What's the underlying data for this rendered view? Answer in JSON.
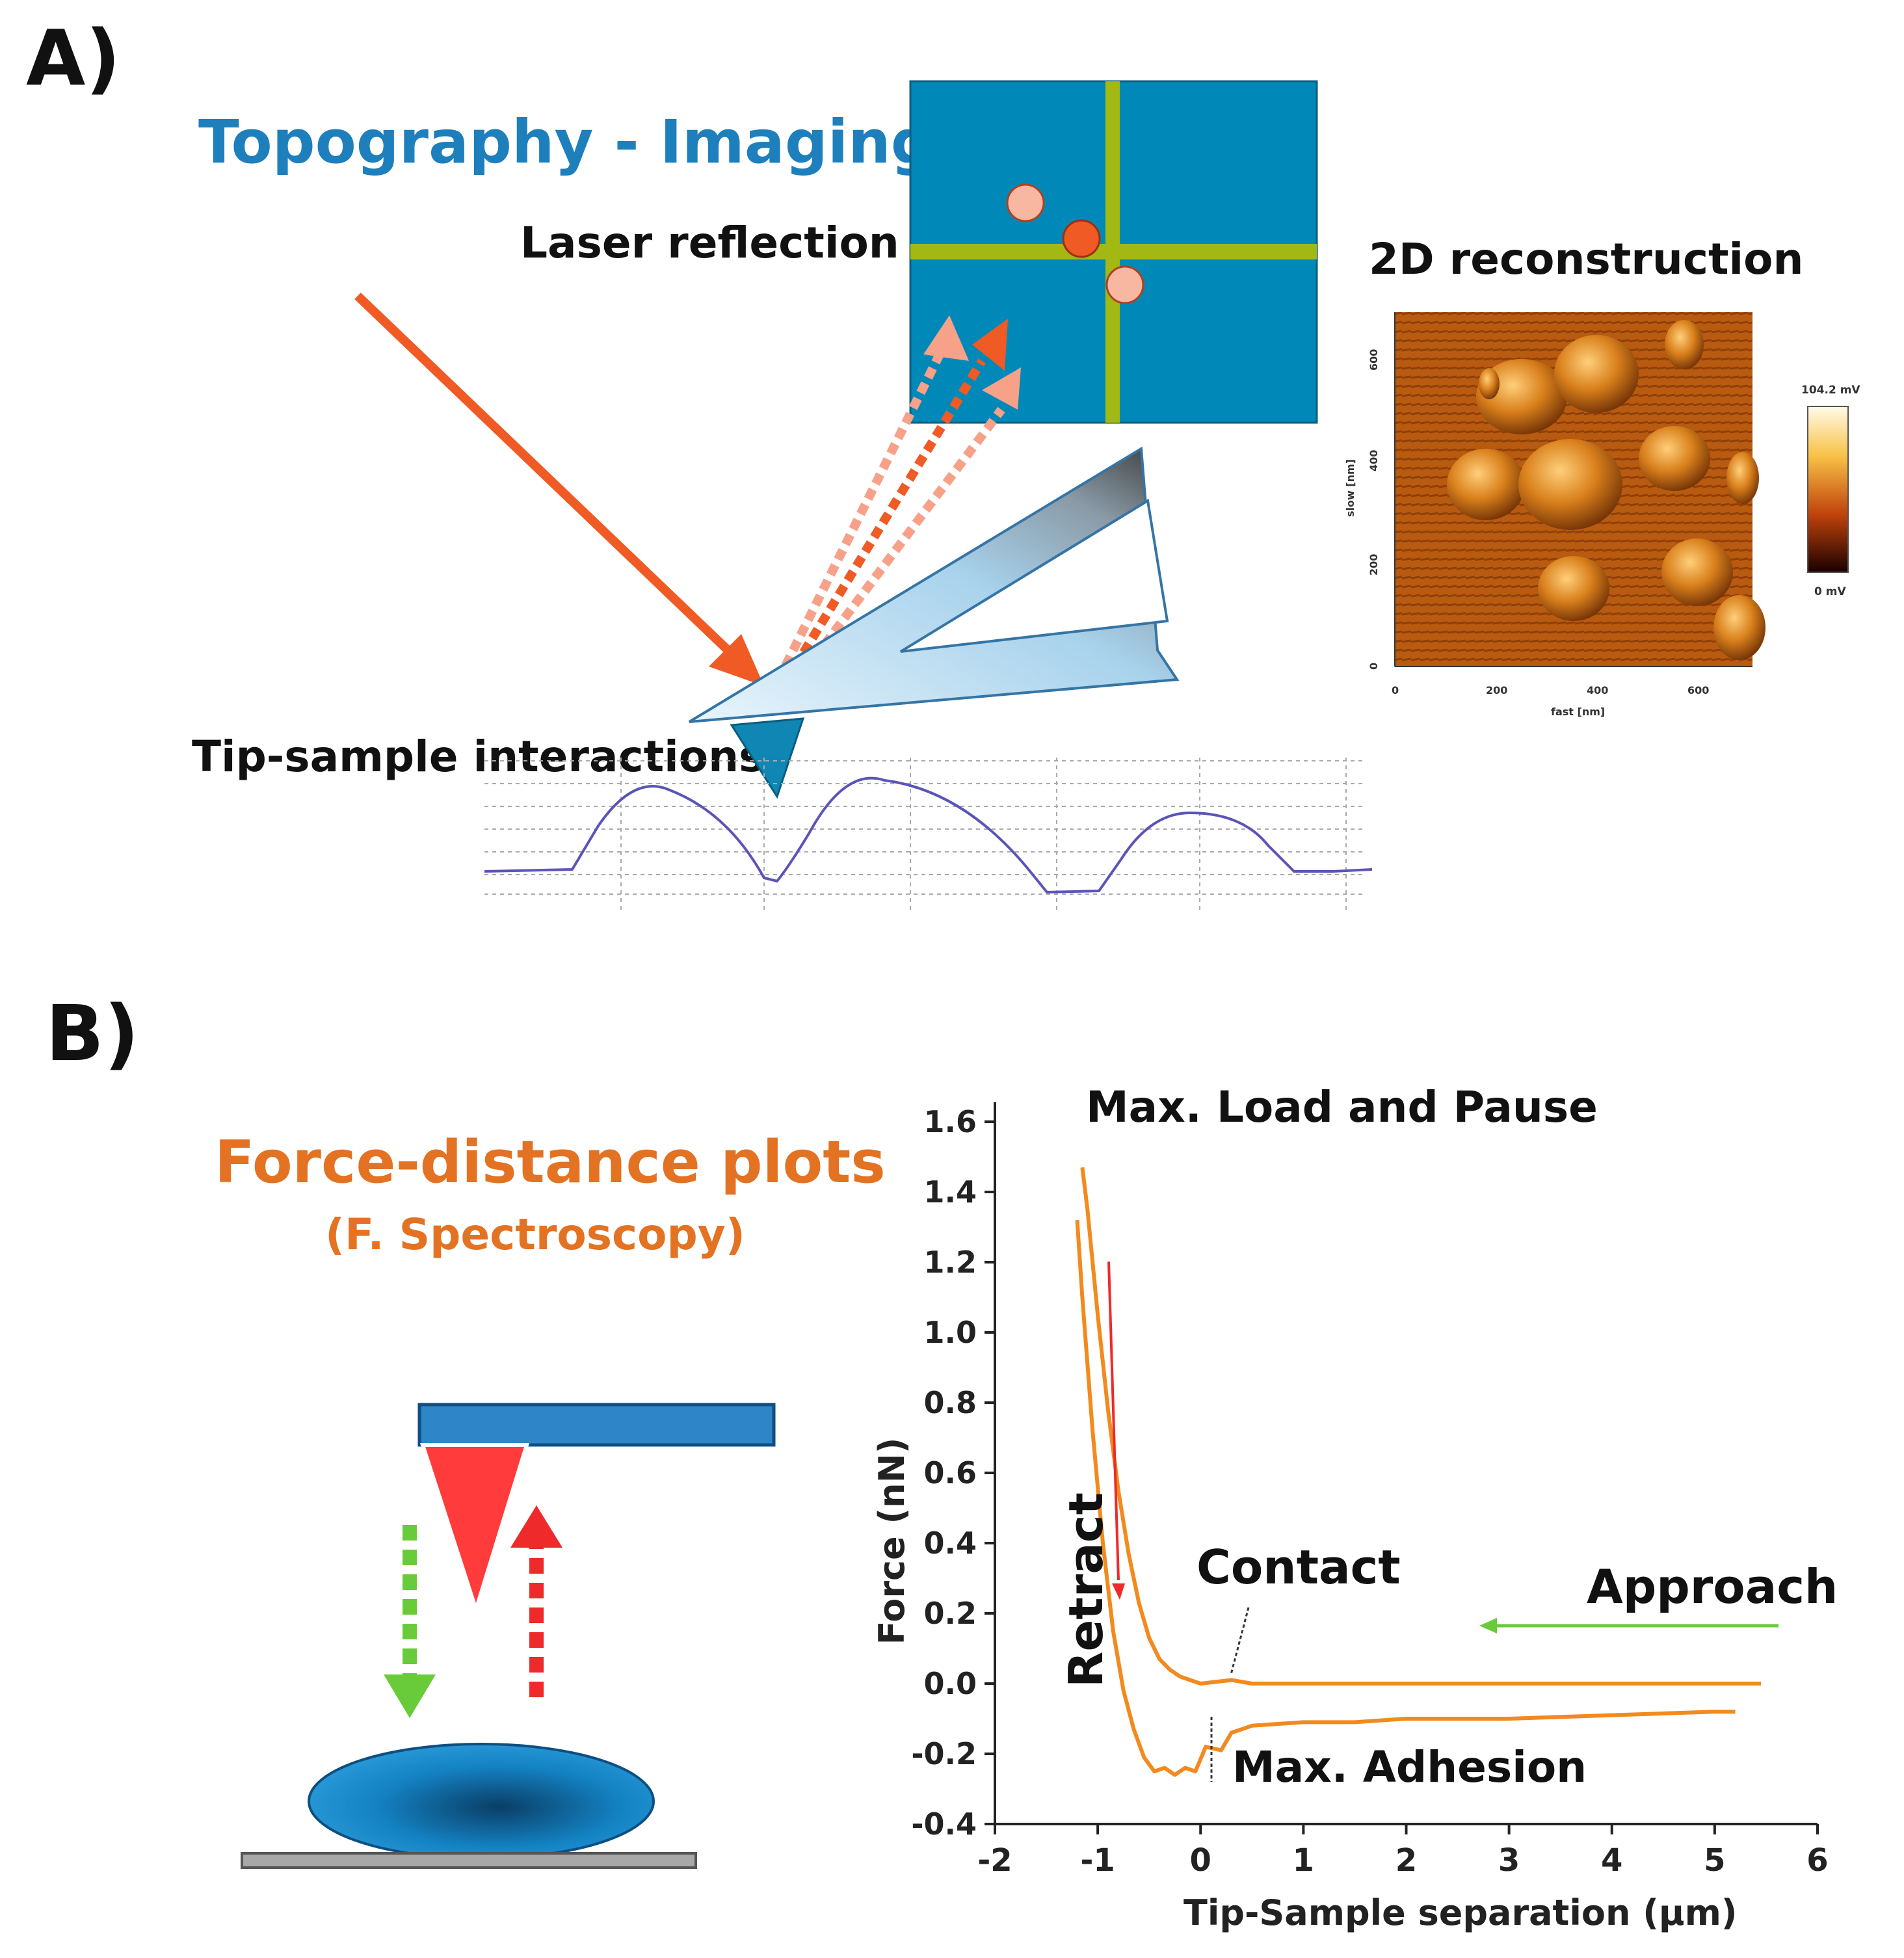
{
  "panel_a": {
    "label": "A)",
    "title": "Topography - Imaging",
    "laser_label": "Laser reflection",
    "tip_label": "Tip-sample interactions",
    "reconstruction": {
      "label": "2D reconstruction",
      "y_axis_label": "slow [nm]",
      "x_axis_label": "fast [nm]",
      "y_ticks": [
        "0",
        "200",
        "400",
        "600"
      ],
      "x_ticks": [
        "0",
        "200",
        "400",
        "600"
      ],
      "colorbar_max": "104.2 mV",
      "colorbar_min": "0 mV"
    },
    "colors": {
      "detector_bg": "#0089b8",
      "crosshair": "#a3b813",
      "laser": "#f05a24",
      "laser_light": "#f7a189"
    }
  },
  "panel_b": {
    "label": "B)",
    "title": "Force-distance plots",
    "subtitle": "(F. Spectroscopy)",
    "annotations": {
      "max_load": "Max. Load and Pause",
      "contact": "Contact",
      "approach": "Approach",
      "retract": "Retract",
      "max_adhesion": "Max. Adhesion"
    },
    "colors": {
      "curve": "#f28a1e",
      "approach_arrow": "#6acb3a",
      "retract_arrow": "#ee2a2a",
      "cantilever": "#2e86c8",
      "tip": "#ff3b3b"
    }
  },
  "chart_data": {
    "type": "line",
    "xlabel": "Tip-Sample separation (µm)",
    "ylabel": "Force (nN)",
    "xlim": [
      -2,
      6
    ],
    "ylim": [
      -0.4,
      1.6
    ],
    "x_ticks": [
      "-2",
      "-1",
      "0",
      "1",
      "2",
      "3",
      "4",
      "5",
      "6"
    ],
    "y_ticks": [
      "-0.4",
      "-0.2",
      "0.0",
      "0.2",
      "0.4",
      "0.6",
      "0.8",
      "1.0",
      "1.2",
      "1.4",
      "1.6"
    ],
    "series": [
      {
        "values_x": [
          -1.15,
          -1.1,
          -1.0,
          -0.9,
          -0.8,
          -0.7,
          -0.6,
          -0.5,
          -0.4,
          -0.3,
          -0.2,
          -0.1,
          0.0,
          0.3,
          0.5,
          1.0,
          1.5,
          2.0,
          2.5,
          3.0,
          3.5,
          4.0,
          4.5,
          5.0,
          5.45
        ],
        "values_y": [
          1.47,
          1.35,
          1.05,
          0.78,
          0.55,
          0.37,
          0.23,
          0.13,
          0.07,
          0.04,
          0.02,
          0.01,
          0.0,
          0.01,
          0.0,
          0.0,
          0.0,
          0.0,
          0.0,
          0.0,
          0.0,
          0.0,
          0.0,
          0.0,
          0.0
        ]
      },
      {
        "values_x": [
          -1.2,
          -1.15,
          -1.05,
          -0.95,
          -0.85,
          -0.75,
          -0.65,
          -0.55,
          -0.45,
          -0.35,
          -0.25,
          -0.15,
          -0.05,
          0.05,
          0.2,
          0.3,
          0.5,
          1.0,
          1.5,
          2.0,
          3.0,
          4.0,
          5.0,
          5.2
        ],
        "values_y": [
          1.32,
          1.1,
          0.72,
          0.4,
          0.15,
          -0.02,
          -0.13,
          -0.21,
          -0.25,
          -0.24,
          -0.26,
          -0.24,
          -0.25,
          -0.18,
          -0.19,
          -0.14,
          -0.12,
          -0.11,
          -0.11,
          -0.1,
          -0.1,
          -0.09,
          -0.08,
          -0.08
        ]
      }
    ]
  }
}
